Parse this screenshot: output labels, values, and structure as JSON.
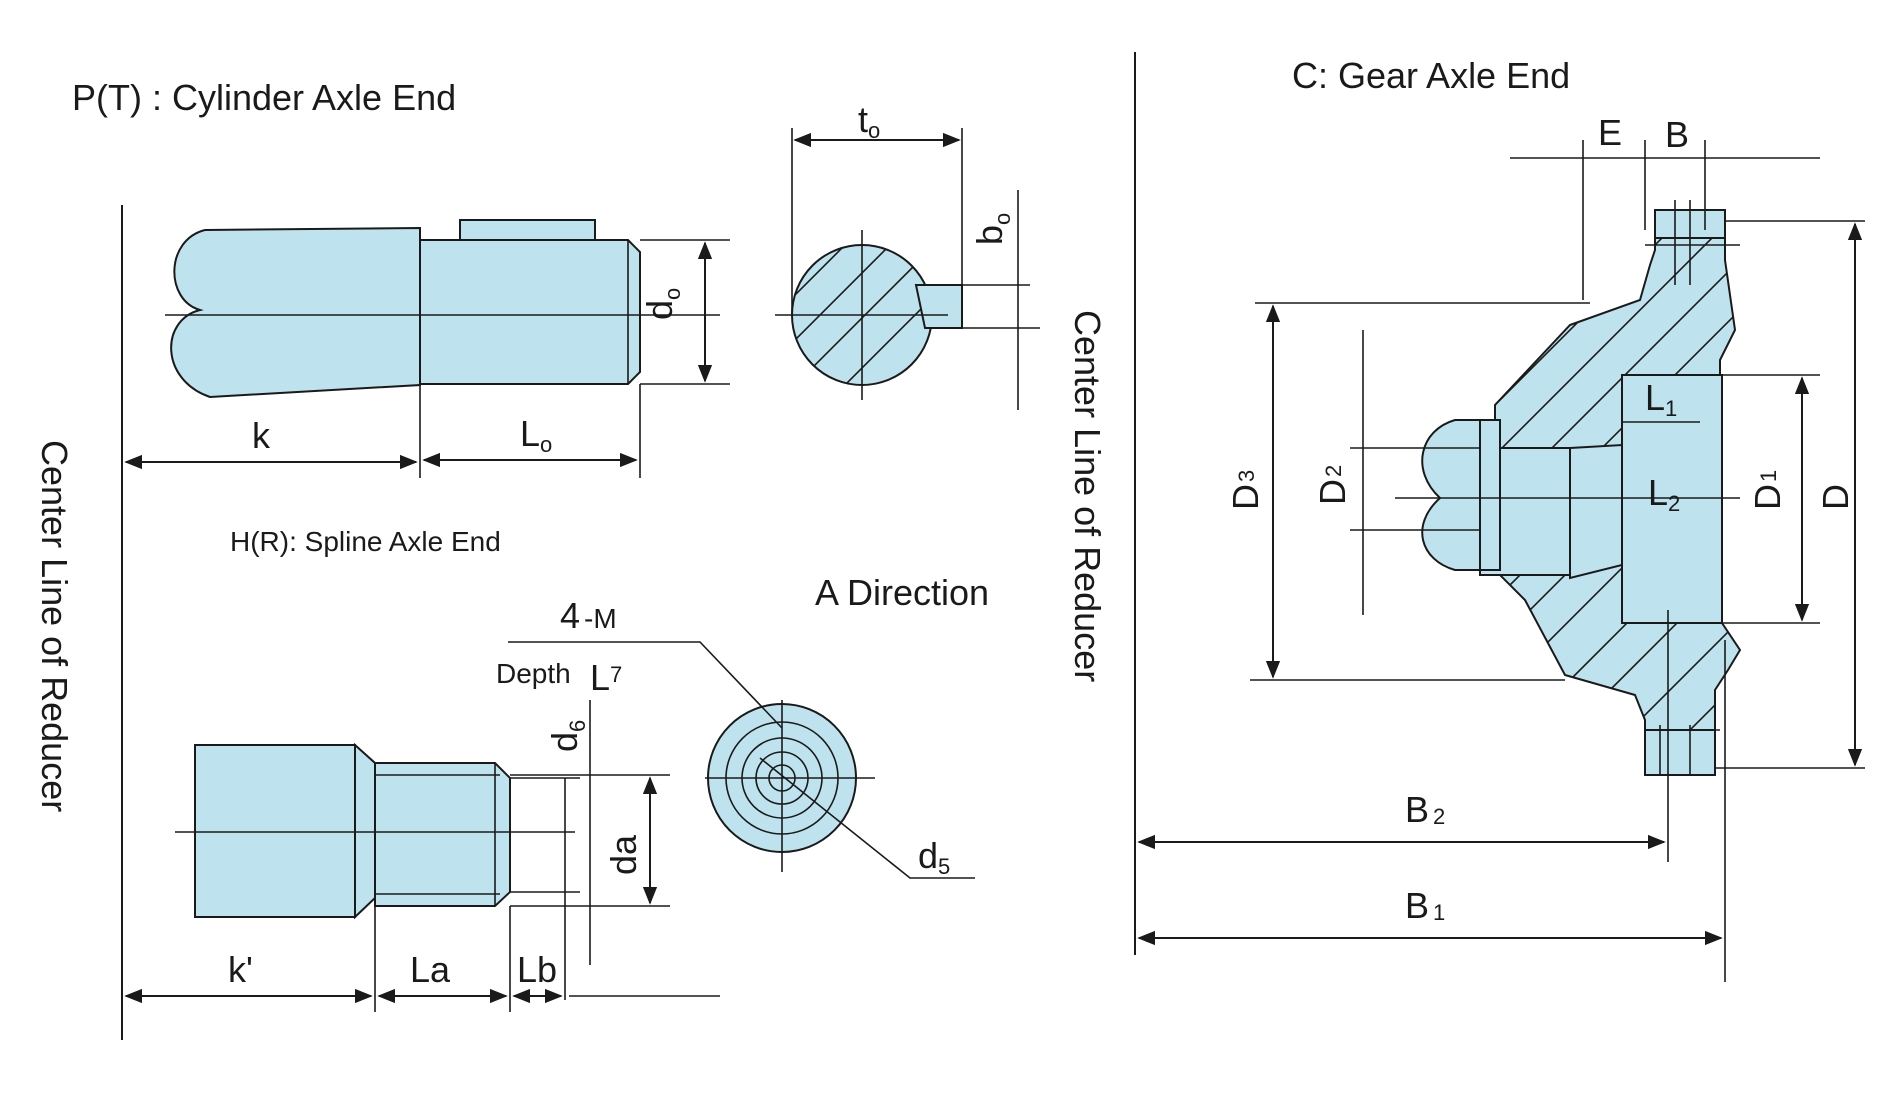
{
  "sections": {
    "cylinder": {
      "title": "P(T) :  Cylinder Axle End",
      "dims": {
        "k": "k",
        "L0": "L",
        "L0_sub": "o",
        "d0": "d",
        "d0_sub": "o",
        "t0": "t",
        "t0_sub": "o",
        "b0": "b",
        "b0_sub": "o"
      }
    },
    "spline": {
      "title": "H(R): Spline Axle End",
      "dims": {
        "k_prime": "k'",
        "La": "La",
        "Lb": "Lb",
        "d6": "d",
        "d6_sub": "6",
        "da": "da"
      }
    },
    "a_direction": {
      "title": "A Direction",
      "thread_count": "4",
      "thread_type": "-M",
      "depth_label": "Depth",
      "L7": "L",
      "L7_sub": "7",
      "d5": "d",
      "d5_sub": "5"
    },
    "gear": {
      "title": "C: Gear Axle End",
      "dims": {
        "E": "E",
        "B": "B",
        "L1": "L",
        "L1_sub": "1",
        "L2": "L",
        "L2_sub": "2",
        "D": "D",
        "D1": "D",
        "D1_sub": "1",
        "D2": "D",
        "D2_sub": "2",
        "D3": "D",
        "D3_sub": "3",
        "B1": "B",
        "B1_sub": "1",
        "B2": "B",
        "B2_sub": "2"
      }
    }
  },
  "reducer_label": "Center Line of Reducer",
  "colors": {
    "part_fill": "#bfe3ee",
    "line": "#1a1a1a"
  }
}
